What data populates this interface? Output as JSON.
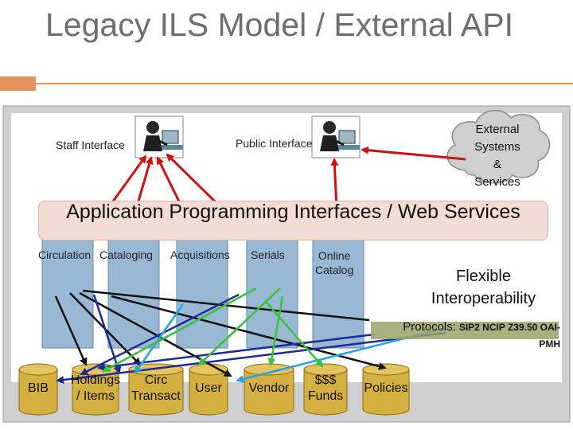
{
  "slide": {
    "title": "Legacy ILS Model / External API"
  },
  "diagram": {
    "staff_interface": "Staff Interface",
    "public_interface": "Public Interface",
    "external_systems": {
      "line1": "External",
      "line2": "Systems",
      "line3": "&",
      "line4": "Services"
    },
    "api_banner": "Application Programming Interfaces / Web Services",
    "modules": [
      {
        "label": "Circulation"
      },
      {
        "label": "Cataloging"
      },
      {
        "label": "Acquisitions"
      },
      {
        "label": "Serials"
      },
      {
        "label_line1": "Online",
        "label_line2": "Catalog"
      }
    ],
    "flexible": {
      "line1": "Flexible",
      "line2": "Interoperability"
    },
    "protocols": {
      "title": "Protocols:",
      "list_line1": "SIP2 NCIP Z39.50 OAI-",
      "list_line2": "PMH"
    },
    "databases": [
      {
        "line1": "BIB",
        "line2": ""
      },
      {
        "line1": "Holdings",
        "line2": "/ Items"
      },
      {
        "line1": "Circ",
        "line2": "Transact"
      },
      {
        "line1": "User",
        "line2": ""
      },
      {
        "line1": "Vendor",
        "line2": ""
      },
      {
        "line1": "$$$",
        "line2": "Funds"
      },
      {
        "line1": "Policies",
        "line2": ""
      }
    ],
    "colors": {
      "module_fill": "#98b8d4",
      "cylinder_fill": "#d4b040",
      "frame_fill": "#cfcfcf",
      "red_arrow": "#cc1111",
      "blue_arrow": "#1d2b9a",
      "green_arrow": "#39c239",
      "cyan_arrow": "#23a3e8",
      "black_line": "#111111"
    }
  }
}
